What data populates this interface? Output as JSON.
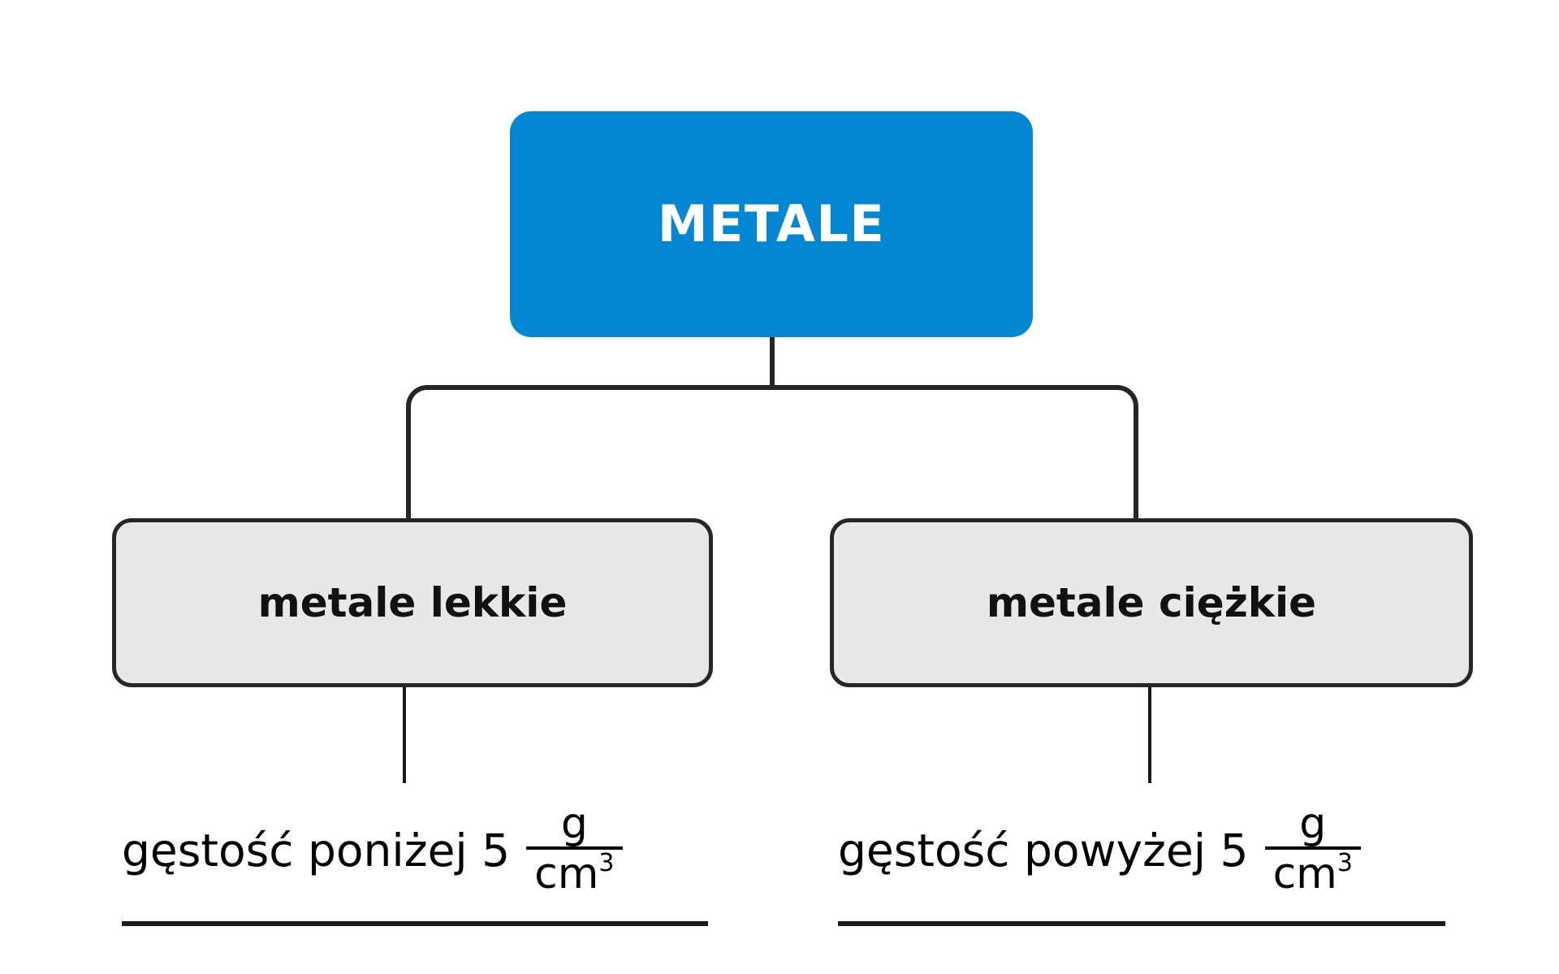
{
  "diagram": {
    "type": "hierarchy-tree",
    "language": "pl",
    "title_node": {
      "label": "METALE",
      "fill_color": "#0586D3",
      "text_color": "#FFFFFF"
    },
    "branches": [
      {
        "id": "left",
        "label": "metale lekkie",
        "fill_color": "#E8E8E8",
        "border_color": "#262626",
        "caption": {
          "text": "gęstość poniżej 5",
          "unit_numerator": "g",
          "unit_denominator": "cm",
          "unit_exponent": "3"
        }
      },
      {
        "id": "right",
        "label": "metale ciężkie",
        "fill_color": "#E8E8E8",
        "border_color": "#262626",
        "caption": {
          "text": "gęstość powyżej 5",
          "unit_numerator": "g",
          "unit_denominator": "cm",
          "unit_exponent": "3"
        }
      }
    ],
    "connector_color": "#262626",
    "background_color": "#FFFFFF"
  }
}
